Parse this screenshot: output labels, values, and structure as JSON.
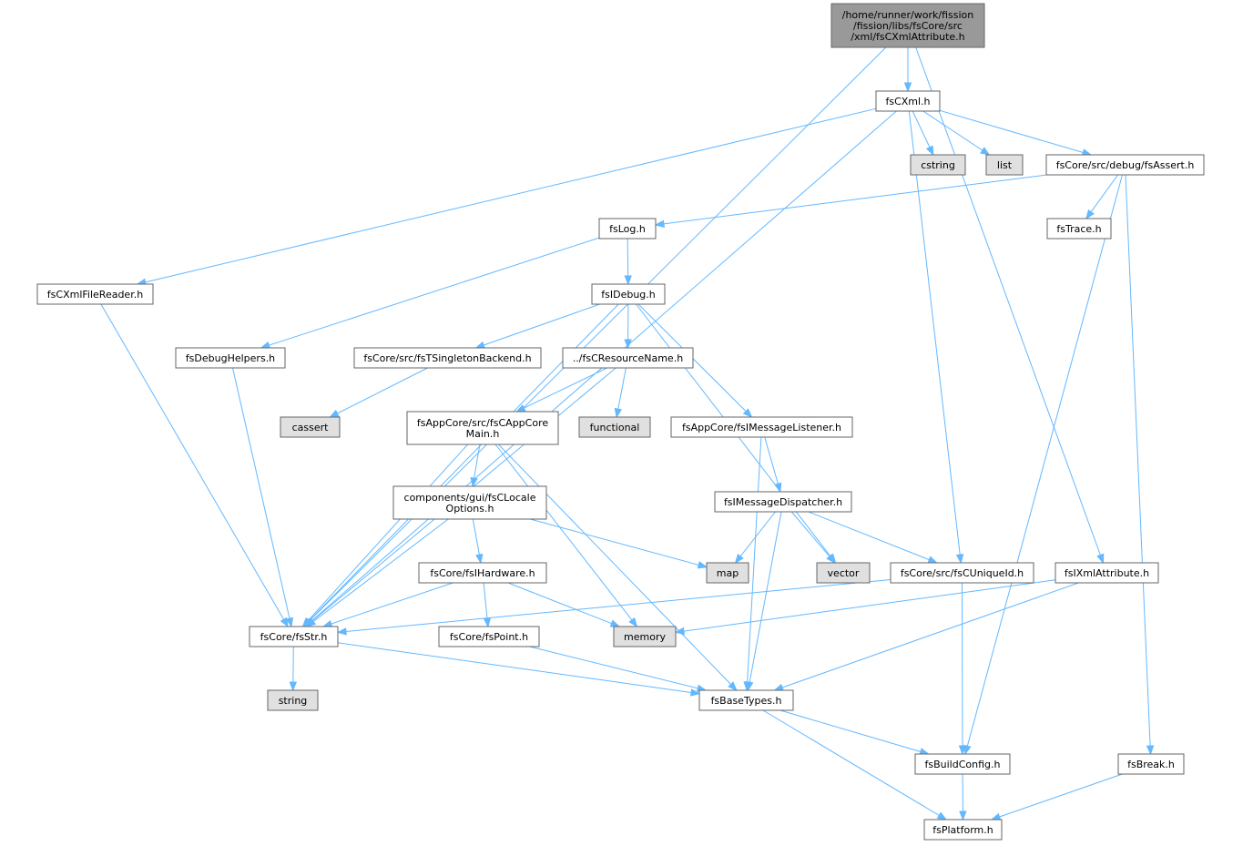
{
  "colors": {
    "root_fill": "#999999",
    "header_fill": "#ffffff",
    "system_fill": "#e0e0e0",
    "border": "#666666",
    "edge": "#63b8ff"
  },
  "nodes": [
    {
      "id": "root",
      "lines": [
        "/home/runner/work/fission",
        "/fission/libs/fsCore/src",
        "/xml/fsCXmlAttribute.h"
      ],
      "kind": "root"
    },
    {
      "id": "fsCXml",
      "lines": [
        "fsCXml.h"
      ],
      "kind": "header"
    },
    {
      "id": "cstring",
      "lines": [
        "cstring"
      ],
      "kind": "system"
    },
    {
      "id": "list",
      "lines": [
        "list"
      ],
      "kind": "system"
    },
    {
      "id": "fsAssert",
      "lines": [
        "fsCore/src/debug/fsAssert.h"
      ],
      "kind": "header"
    },
    {
      "id": "fsLog",
      "lines": [
        "fsLog.h"
      ],
      "kind": "header"
    },
    {
      "id": "fsTrace",
      "lines": [
        "fsTrace.h"
      ],
      "kind": "header"
    },
    {
      "id": "fsCXmlFileReader",
      "lines": [
        "fsCXmlFileReader.h"
      ],
      "kind": "header"
    },
    {
      "id": "fsIDebug",
      "lines": [
        "fsIDebug.h"
      ],
      "kind": "header"
    },
    {
      "id": "fsDebugHelpers",
      "lines": [
        "fsDebugHelpers.h"
      ],
      "kind": "header"
    },
    {
      "id": "fsTSingletonBackend",
      "lines": [
        "fsCore/src/fsTSingletonBackend.h"
      ],
      "kind": "header"
    },
    {
      "id": "fsCResourceName",
      "lines": [
        "../fsCResourceName.h"
      ],
      "kind": "header"
    },
    {
      "id": "cassert",
      "lines": [
        "cassert"
      ],
      "kind": "system"
    },
    {
      "id": "fsCAppCoreMain",
      "lines": [
        "fsAppCore/src/fsCAppCore",
        "Main.h"
      ],
      "kind": "header"
    },
    {
      "id": "functional",
      "lines": [
        "functional"
      ],
      "kind": "system"
    },
    {
      "id": "fsIMessageListener",
      "lines": [
        "fsAppCore/fsIMessageListener.h"
      ],
      "kind": "header"
    },
    {
      "id": "fsCLocaleOptions",
      "lines": [
        "components/gui/fsCLocale",
        "Options.h"
      ],
      "kind": "header"
    },
    {
      "id": "fsIMessageDispatcher",
      "lines": [
        "fsIMessageDispatcher.h"
      ],
      "kind": "header"
    },
    {
      "id": "fsIHardware",
      "lines": [
        "fsCore/fsIHardware.h"
      ],
      "kind": "header"
    },
    {
      "id": "map",
      "lines": [
        "map"
      ],
      "kind": "system"
    },
    {
      "id": "vector",
      "lines": [
        "vector"
      ],
      "kind": "system"
    },
    {
      "id": "fsCUniqueId",
      "lines": [
        "fsCore/src/fsCUniqueId.h"
      ],
      "kind": "header"
    },
    {
      "id": "fsIXmlAttribute",
      "lines": [
        "fsIXmlAttribute.h"
      ],
      "kind": "header"
    },
    {
      "id": "fsStr",
      "lines": [
        "fsCore/fsStr.h"
      ],
      "kind": "header"
    },
    {
      "id": "fsPoint",
      "lines": [
        "fsCore/fsPoint.h"
      ],
      "kind": "header"
    },
    {
      "id": "memory",
      "lines": [
        "memory"
      ],
      "kind": "system"
    },
    {
      "id": "string",
      "lines": [
        "string"
      ],
      "kind": "system"
    },
    {
      "id": "fsBaseTypes",
      "lines": [
        "fsBaseTypes.h"
      ],
      "kind": "header"
    },
    {
      "id": "fsBuildConfig",
      "lines": [
        "fsBuildConfig.h"
      ],
      "kind": "header"
    },
    {
      "id": "fsBreak",
      "lines": [
        "fsBreak.h"
      ],
      "kind": "header"
    },
    {
      "id": "fsPlatform",
      "lines": [
        "fsPlatform.h"
      ],
      "kind": "header"
    }
  ],
  "edges": [
    [
      "root",
      "fsCXml"
    ],
    [
      "root",
      "fsStr"
    ],
    [
      "root",
      "fsIXmlAttribute"
    ],
    [
      "fsCXml",
      "cstring"
    ],
    [
      "fsCXml",
      "list"
    ],
    [
      "fsCXml",
      "fsAssert"
    ],
    [
      "fsCXml",
      "fsCXmlFileReader"
    ],
    [
      "fsCXml",
      "fsStr"
    ],
    [
      "fsCXml",
      "fsCUniqueId"
    ],
    [
      "fsAssert",
      "fsLog"
    ],
    [
      "fsAssert",
      "fsTrace"
    ],
    [
      "fsAssert",
      "fsBuildConfig"
    ],
    [
      "fsAssert",
      "fsBreak"
    ],
    [
      "fsLog",
      "fsIDebug"
    ],
    [
      "fsLog",
      "fsDebugHelpers"
    ],
    [
      "fsCXmlFileReader",
      "fsStr"
    ],
    [
      "fsIDebug",
      "fsTSingletonBackend"
    ],
    [
      "fsIDebug",
      "fsCResourceName"
    ],
    [
      "fsIDebug",
      "fsIMessageListener"
    ],
    [
      "fsIDebug",
      "fsStr"
    ],
    [
      "fsIDebug",
      "vector"
    ],
    [
      "fsDebugHelpers",
      "fsStr"
    ],
    [
      "fsTSingletonBackend",
      "cassert"
    ],
    [
      "fsCResourceName",
      "fsCAppCoreMain"
    ],
    [
      "fsCResourceName",
      "functional"
    ],
    [
      "fsCResourceName",
      "fsStr"
    ],
    [
      "fsCAppCoreMain",
      "fsCLocaleOptions"
    ],
    [
      "fsCAppCoreMain",
      "fsStr"
    ],
    [
      "fsCAppCoreMain",
      "memory"
    ],
    [
      "fsCAppCoreMain",
      "fsBaseTypes"
    ],
    [
      "fsIMessageListener",
      "fsIMessageDispatcher"
    ],
    [
      "fsIMessageListener",
      "fsBaseTypes"
    ],
    [
      "fsCLocaleOptions",
      "fsIHardware"
    ],
    [
      "fsCLocaleOptions",
      "map"
    ],
    [
      "fsCLocaleOptions",
      "fsStr"
    ],
    [
      "fsIMessageDispatcher",
      "map"
    ],
    [
      "fsIMessageDispatcher",
      "vector"
    ],
    [
      "fsIMessageDispatcher",
      "fsCUniqueId"
    ],
    [
      "fsIMessageDispatcher",
      "fsBaseTypes"
    ],
    [
      "fsIHardware",
      "fsStr"
    ],
    [
      "fsIHardware",
      "fsPoint"
    ],
    [
      "fsIHardware",
      "memory"
    ],
    [
      "fsCUniqueId",
      "fsStr"
    ],
    [
      "fsCUniqueId",
      "fsBuildConfig"
    ],
    [
      "fsIXmlAttribute",
      "memory"
    ],
    [
      "fsIXmlAttribute",
      "fsBaseTypes"
    ],
    [
      "fsStr",
      "string"
    ],
    [
      "fsStr",
      "fsBaseTypes"
    ],
    [
      "fsPoint",
      "fsBaseTypes"
    ],
    [
      "fsBaseTypes",
      "fsBuildConfig"
    ],
    [
      "fsBaseTypes",
      "fsPlatform"
    ],
    [
      "fsBuildConfig",
      "fsPlatform"
    ],
    [
      "fsBreak",
      "fsPlatform"
    ]
  ]
}
